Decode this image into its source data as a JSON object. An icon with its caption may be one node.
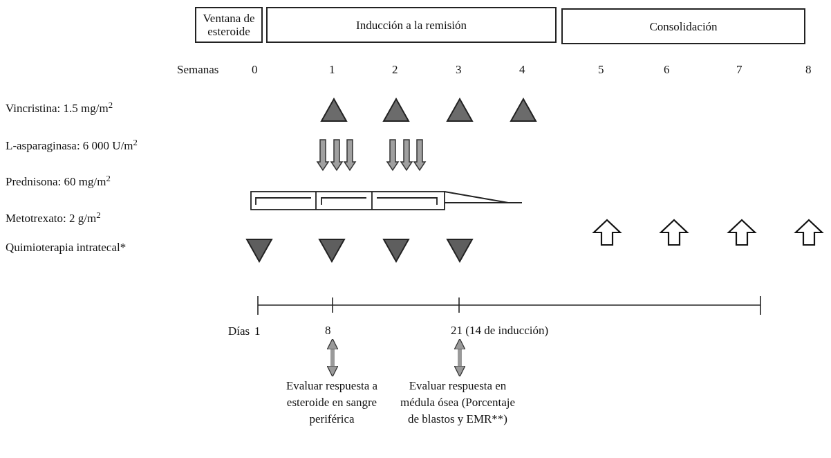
{
  "diagram": {
    "nodes": [
      {
        "text": [
          "Ventana de esteroide"
        ]
      },
      {
        "text": [
          "Inducción a la remisión"
        ]
      },
      {
        "text": [
          "Consolidación"
        ]
      },
      {
        "text": [
          "8"
        ]
      },
      {
        "text": [
          "21 (14 de inducción)"
        ]
      },
      {
        "text": [
          "Evaluar respuesta a esteroide en sangre periférica"
        ]
      },
      {
        "text": [
          "Evaluar respuesta en médula ósea (Porcentaje de blastos y EMR**)"
        ]
      }
    ],
    "edges": [
      {
        "from": 3,
        "to": 5,
        "arrow": "both"
      },
      {
        "from": 4,
        "to": 6,
        "arrow": "both"
      }
    ],
    "labels": [
      "Semanas",
      "0",
      "1",
      "2",
      "3",
      "4",
      "5",
      "6",
      "7",
      "8",
      "Vincristina: 1.5 mg/m$^{2}$",
      "L-asparaginasa: 6 000 U/m$^{2}$",
      "Prednisona: 60 mg/m$^{2}$",
      "Metotrexato: 2 g/m$^{2}$",
      "Quimioterapia intratecal*",
      "Días",
      "1"
    ]
  }
}
